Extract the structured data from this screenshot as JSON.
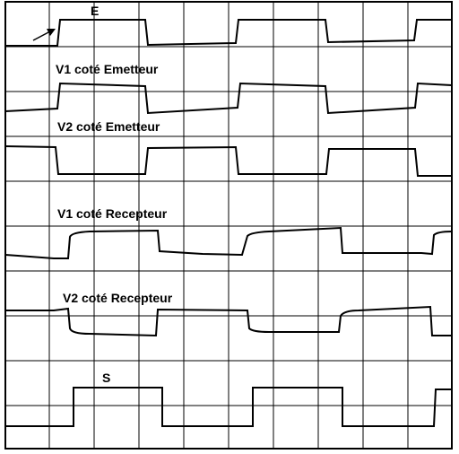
{
  "labels": {
    "e": "E",
    "v1_emitter": "V1 coté Emetteur",
    "v2_emitter": "V2 coté Emetteur",
    "v1_receiver": "V1 coté Recepteur",
    "v2_receiver": "V2 coté Recepteur",
    "s": "S"
  },
  "colors": {
    "background": "#ffffff",
    "ink": "#000000"
  },
  "icons": {
    "pointer": "arrow-icon"
  }
}
